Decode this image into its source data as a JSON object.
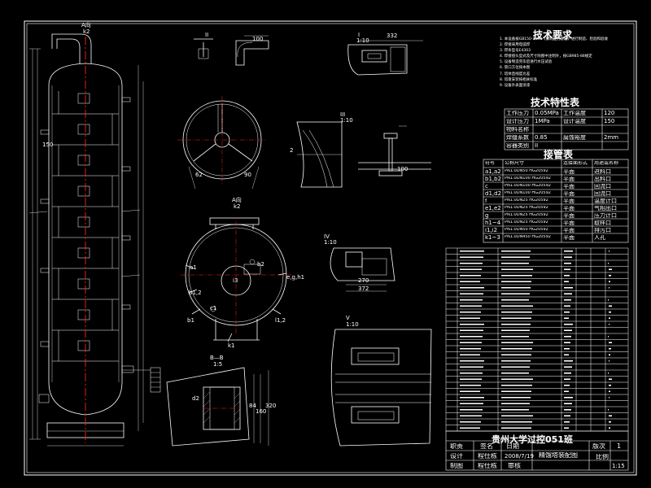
{
  "drawing": {
    "background": "#000000",
    "line_color": "#ffffff",
    "centerline_color": "#ff2020",
    "accent_color": "#ffff66"
  },
  "column_view": {
    "view_label": "A向",
    "view_code": "k2",
    "dim_150": "150"
  },
  "detail_views": {
    "view_I": "I",
    "scale_I": "1:10",
    "dim_332": "332",
    "view_II": "II",
    "dim_100": "100",
    "view_III": "III",
    "scale_III": "1:10",
    "view_IV": "IV",
    "scale_IV": "1:10",
    "dim_270": "270",
    "dim_372": "372",
    "view_V": "V",
    "scale_V": "1:10",
    "dim_62": "62",
    "dim_90": "90",
    "dim_2": "2",
    "dim_100b": "100"
  },
  "plan_view": {
    "view_label": "A向",
    "view_code": "k2",
    "nozzle_a1": "a1",
    "nozzle_b2": "b2",
    "nozzle_egh1": "e,g,h1",
    "nozzle_b12": "b1,2",
    "nozzle_c1": "c1",
    "nozzle_b1": "b1",
    "nozzle_l12": "l1,2",
    "nozzle_k1": "k1",
    "nozzle_i3": "i3"
  },
  "section_view": {
    "label": "B—B",
    "scale": "1:5",
    "dim_d2": "d2",
    "dim_84": "84",
    "dim_160": "160",
    "dim_320": "320"
  },
  "tech_requirements": {
    "title": "技术要求",
    "lines": [
      "1. 本设备按GB150-1998《钢制压力容器》进行制造、检验和验收",
      "2. 焊接采用电弧焊",
      "3. 焊条型号E4303",
      "4. 焊接接头型式及尺寸除图中注明外，按GB985-88规定",
      "5. 设备制造完毕后进行水压试验",
      "6. 管口方位按本图",
      "7. 塔体直线度允差",
      "8. 塔盘安装按相关标准",
      "9. 设备外表面涂漆"
    ]
  },
  "spec_table": {
    "title": "技术特性表",
    "rows": [
      [
        "工作压力",
        "0.05MPa",
        "工作温度",
        "120"
      ],
      [
        "设计压力",
        "1MPa",
        "设计温度",
        "150"
      ],
      [
        "物料名称",
        "",
        "",
        ""
      ],
      [
        "焊缝系数",
        "0.85",
        "腐蚀裕度",
        "2mm"
      ],
      [
        "容器类别",
        "II",
        "",
        ""
      ]
    ]
  },
  "nozzle_table": {
    "title": "接管表",
    "header": [
      "符号",
      "公称尺寸",
      "连接面形式",
      "用途或名称"
    ],
    "rows": [
      [
        "a1,a2",
        "PN1.0DN50 HG20592",
        "平面",
        "进料口"
      ],
      [
        "b1,b2",
        "PN1.0DN100 HG20592",
        "平面",
        "出料口"
      ],
      [
        "c",
        "PN1.0DN100 HG20592",
        "平面",
        "回流口"
      ],
      [
        "d1,d2",
        "PN1.0DN100 HG20592",
        "平面",
        "回流口"
      ],
      [
        "f",
        "PN1.0DN25 HG20592",
        "平面",
        "温度计口"
      ],
      [
        "e1,e2",
        "PN1.0DN25 HG20592",
        "平面",
        "气相出口"
      ],
      [
        "g",
        "PN1.0DN25 HG20592",
        "平面",
        "压力计口"
      ],
      [
        "h1~4",
        "PN1.0DN25 HG20592",
        "平面",
        "取样口"
      ],
      [
        "i1,i2",
        "PN1.0DN50 HG20592",
        "平面",
        "排污口"
      ],
      [
        "k1~3",
        "PN1.0DN450 HG20592",
        "平面",
        "人孔"
      ]
    ]
  },
  "parts_list": {
    "rows": 30
  },
  "title_block": {
    "school": "贵州大学过控051班",
    "drawing_name": "精馏塔装配图",
    "row1": [
      "职责",
      "签名",
      "日期"
    ],
    "designer_role": "设计",
    "designer_name": "程仕栋",
    "design_date": "2008/7/19",
    "drafter_role": "制图",
    "drafter_name": "程仕栋",
    "reviewer_role": "审核",
    "version_label": "版次",
    "version": "1",
    "scale_label": "比例",
    "scale": "1:15"
  }
}
